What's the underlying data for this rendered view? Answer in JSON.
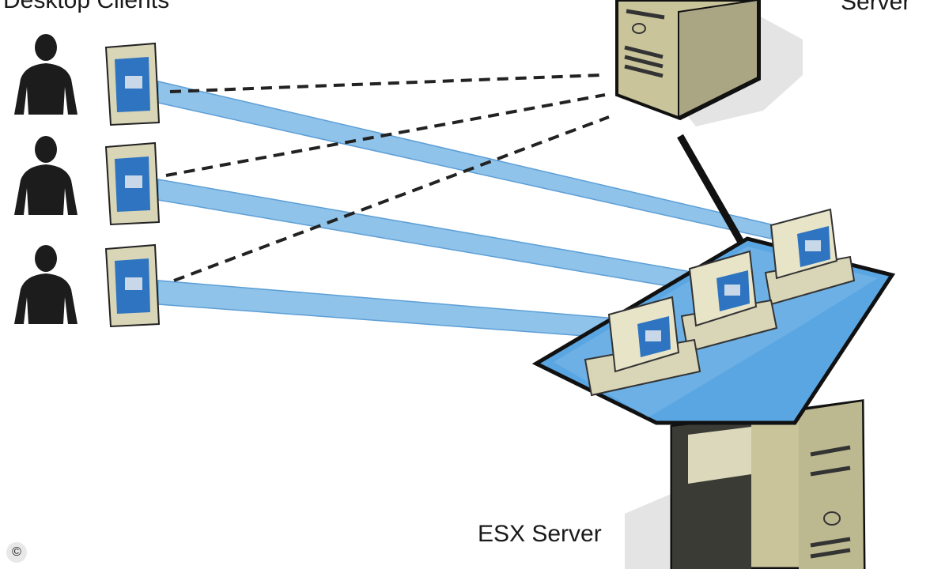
{
  "labels": {
    "desktop_clients": "Desktop Clients",
    "top_server": "Server",
    "esx_server": "ESX Server",
    "copyright": "©"
  },
  "colors": {
    "beam": "#8fc3ea",
    "beam_edge": "#5d9fd6",
    "screen_blue": "#2f74c0",
    "platform": "#5aa6e2",
    "tower": "#c9c49a",
    "tower_dark": "#3b3b36",
    "outline": "#111111",
    "person": "#1c1c1c",
    "shadow": "#e2e2e2"
  },
  "icons": {
    "person": "person-icon",
    "thin_client": "thin-client-icon",
    "virtual_machine": "virtual-machine-icon",
    "server": "server-tower-icon"
  }
}
